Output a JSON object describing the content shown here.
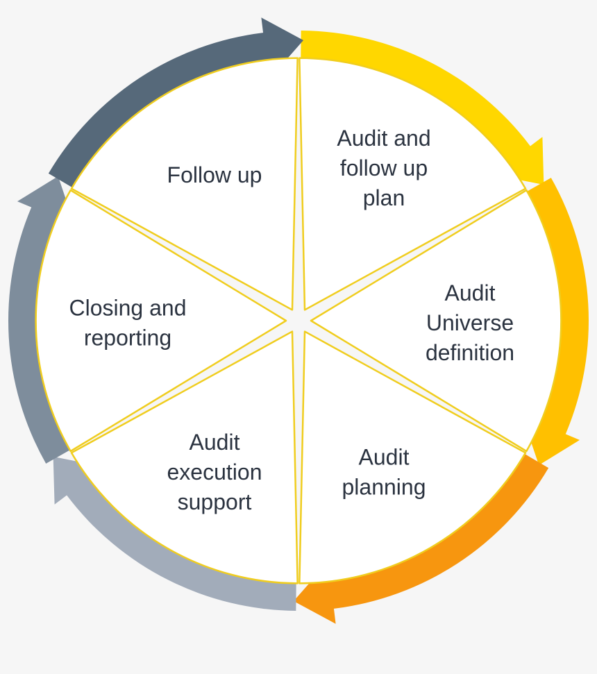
{
  "segments": [
    {
      "id": "audit-and-follow-up-plan",
      "lines": [
        "Audit and",
        "follow up",
        "plan"
      ],
      "arrow_color": "#ffd700"
    },
    {
      "id": "audit-universe-definition",
      "lines": [
        "Audit",
        "Universe",
        "definition"
      ],
      "arrow_color": "#ffc000"
    },
    {
      "id": "audit-planning",
      "lines": [
        "Audit",
        "planning"
      ],
      "arrow_color": "#f7960f"
    },
    {
      "id": "audit-execution-support",
      "lines": [
        "Audit",
        "execution",
        "support"
      ],
      "arrow_color": "#a2acba"
    },
    {
      "id": "closing-and-reporting",
      "lines": [
        "Closing and",
        "reporting"
      ],
      "arrow_color": "#7e8d9c"
    },
    {
      "id": "follow-up",
      "lines": [
        "Follow up"
      ],
      "arrow_color": "#56697a"
    }
  ],
  "colors": {
    "background": "#f6f6f6",
    "segment_fill": "#ffffff",
    "divider": "#f0cd1e",
    "text": "#2b3340"
  }
}
